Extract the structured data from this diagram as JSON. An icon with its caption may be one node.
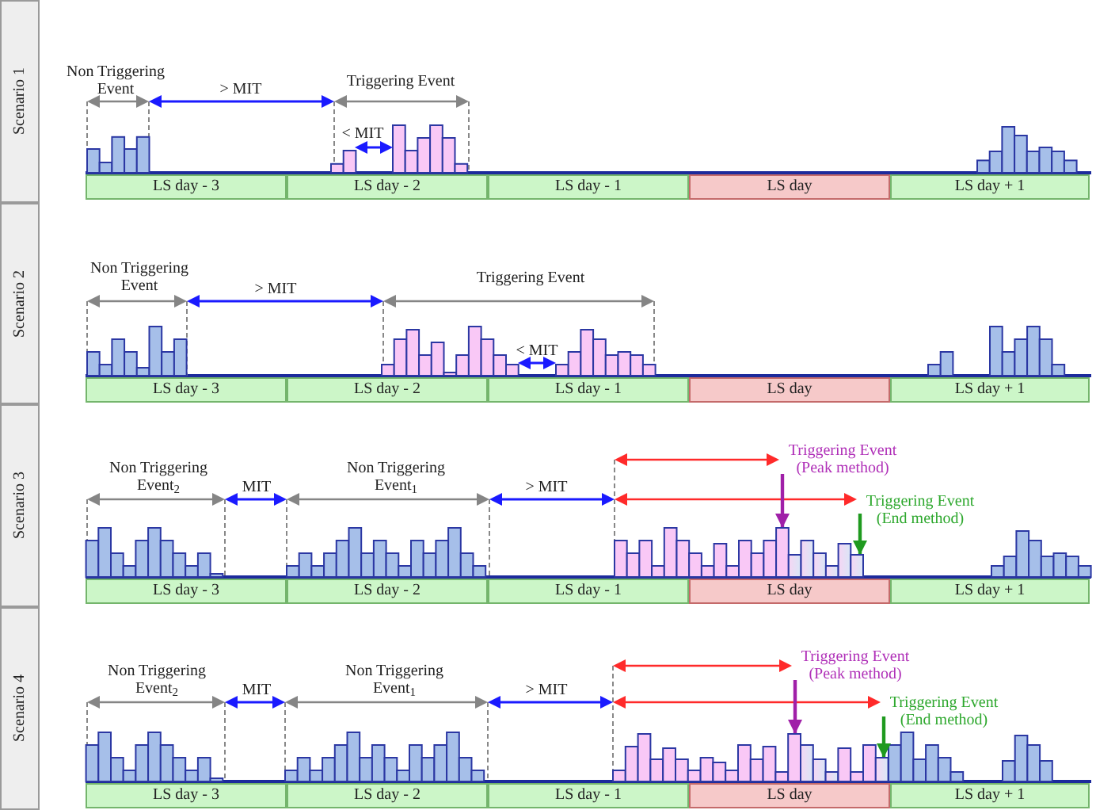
{
  "diagram": {
    "nodes": [
      {
        "text": [
          "Scenario 1"
        ]
      },
      {
        "text": [
          "LS day - 3"
        ]
      },
      {
        "text": [
          "LS day - 2"
        ]
      },
      {
        "text": [
          "LS day - 1"
        ]
      },
      {
        "text": [
          "LS day"
        ]
      },
      {
        "text": [
          "LS day + 1"
        ]
      },
      {
        "text": [
          "Scenario 2"
        ]
      },
      {
        "text": [
          "LS day - 3"
        ]
      },
      {
        "text": [
          "LS day - 2"
        ]
      },
      {
        "text": [
          "LS day - 1"
        ]
      },
      {
        "text": [
          "LS day"
        ]
      },
      {
        "text": [
          "LS day + 1"
        ]
      },
      {
        "text": [
          "Scenario 3"
        ]
      },
      {
        "text": [
          "Triggering Event (Peak method)"
        ]
      },
      {
        "text": [
          "Triggering Event (End method)"
        ]
      },
      {
        "text": [],
        "shape": "bar"
      },
      {
        "text": [
          "LS day - 3"
        ]
      },
      {
        "text": [
          "LS day - 2"
        ]
      },
      {
        "text": [
          "LS day - 1"
        ]
      },
      {
        "text": [
          "LS day"
        ]
      },
      {
        "text": [
          "LS day + 1"
        ]
      },
      {
        "text": [
          "Scenario 4"
        ]
      },
      {
        "text": [
          "Triggering Event (Peak method)"
        ]
      },
      {
        "text": [
          "Triggering Event (End method)"
        ]
      },
      {
        "text": [],
        "shape": "bar"
      },
      {
        "text": [
          "LS day - 3"
        ]
      },
      {
        "text": [
          "LS day - 2"
        ]
      },
      {
        "text": [
          "LS day - 1"
        ]
      },
      {
        "text": [
          "LS day"
        ]
      },
      {
        "text": [
          "LS day + 1"
        ]
      }
    ],
    "edges": [
      {
        "from": 13,
        "to": 15,
        "arrow": "to",
        "color": "#a020a8"
      },
      {
        "from": 14,
        "to": 15,
        "arrow": "to",
        "color": "#1f9a1f"
      },
      {
        "from": 22,
        "to": 24,
        "arrow": "to",
        "color": "#a020a8"
      },
      {
        "from": 23,
        "to": 24,
        "arrow": "to",
        "color": "#1f9a1f"
      }
    ],
    "labels": [
      "Non Triggering Event",
      "> MIT",
      "Triggering Event",
      "< MIT",
      "Non Triggering Event",
      "> MIT",
      "Triggering Event",
      "< MIT",
      "Non Triggering Event$_{2}$",
      "MIT",
      "Non Triggering Event$_{1}$",
      "> MIT",
      "Non Triggering Event$_{2}$",
      "MIT",
      "Non Triggering Event$_{1}$",
      "> MIT"
    ]
  }
}
